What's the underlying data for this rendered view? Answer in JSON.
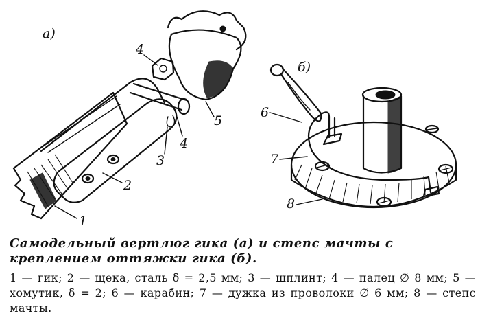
{
  "figure": {
    "part_a_label": "а)",
    "part_b_label": "б)",
    "callouts_a": [
      "4",
      "4",
      "5",
      "3",
      "2",
      "1"
    ],
    "callouts_b": [
      "6",
      "7",
      "8"
    ]
  },
  "caption": {
    "title": "Самодельный вертлюг гика (а) и степс мачты с креплением оттяжки гика (б).",
    "legend": "1 — гик; 2 — щека, сталь δ = 2,5 мм; 3 — шплинт; 4 — палец ∅ 8 мм; 5 — хомутик, δ = 2; 6 — карабин; 7 — дужка из проволоки ∅ 6 мм; 8 — степс мачты."
  }
}
